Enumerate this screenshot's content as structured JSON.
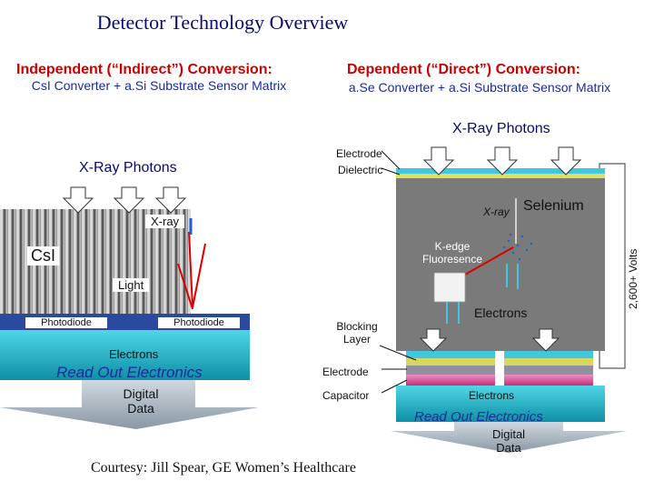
{
  "title": "Detector Technology Overview",
  "left": {
    "heading": "Independent (“Indirect”) Conversion:",
    "subheading": "CsI Converter + a.Si Substrate Sensor Matrix",
    "xray_photons": "X-Ray Photons",
    "xray": "X-ray",
    "csi": "CsI",
    "light": "Light",
    "photodiode_left": "Photodiode",
    "photodiode_right": "Photodiode",
    "electrons": "Electrons",
    "readout": "Read Out Electronics",
    "digital_data": "Digital Data"
  },
  "right": {
    "heading": "Dependent (“Direct”) Conversion:",
    "subheading": "a.Se Converter + a.Si Substrate Sensor Matrix",
    "xray_photons": "X-Ray Photons",
    "electrode_top": "Electrode",
    "dielectric": "Dielectric",
    "xray": "X-ray",
    "selenium": "Selenium",
    "kedge": "K-edge Fluoresence",
    "electrons_top": "Electrons",
    "blocking_layer": "Blocking Layer",
    "electrode_bottom": "Electrode",
    "capacitor": "Capacitor",
    "electrons_bottom": "Electrons",
    "readout": "Read Out Electronics",
    "digital_data": "Digital Data",
    "voltage": "2,600+ Volts"
  },
  "courtesy": "Courtesy: Jill Spear, GE Women’s Healthcare",
  "colors": {
    "title": "#0a0a6e",
    "heading": "#cc0000",
    "subheading": "#1a2a9a",
    "panel_gray": "#7a7a7a",
    "cyan": "#3ac8d8",
    "teal": "#007a7a"
  }
}
